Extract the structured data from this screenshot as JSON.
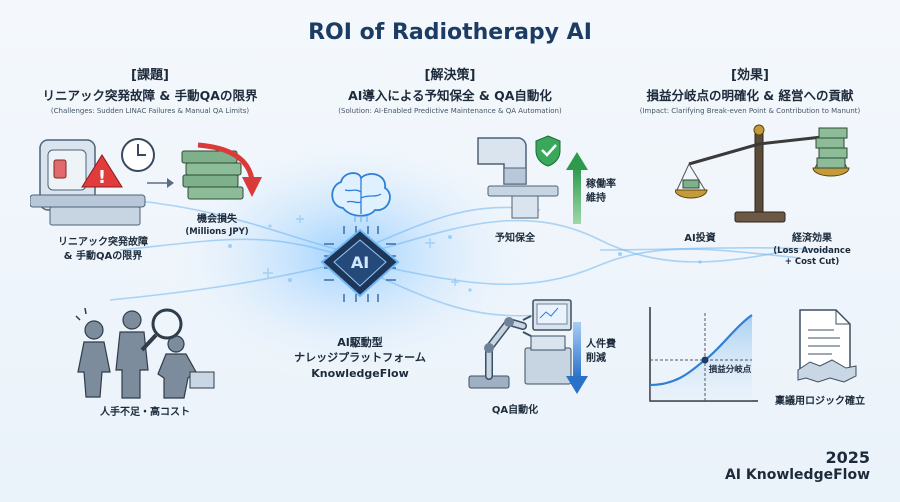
{
  "title": "ROI of Radiotherapy AI",
  "columns": {
    "challenges": {
      "bracket": "[課題]",
      "main": "リニアック突発故障 & 手動QAの限界",
      "sub": "(Challenges: Sudden LINAC Failures & Manual QA Limits)"
    },
    "solution": {
      "bracket": "[解決策]",
      "main": "AI導入による予知保全 & QA自動化",
      "sub": "(Solution: AI-Enabled Predictive Maintenance & QA Automation)"
    },
    "impact": {
      "bracket": "[効果]",
      "main": "損益分岐点の明確化 & 経営への貢献",
      "sub": "(Impact: Clarifying Break-even Point & Contribution to Manunt)"
    }
  },
  "left": {
    "linac_label_1": "リニアック突発故障",
    "linac_label_2": "& 手動QAの限界",
    "loss_label": "機会損失",
    "loss_unit": "(Millions JPY)",
    "staff_label": "人手不足・高コスト"
  },
  "center": {
    "chip_text": "AI",
    "platform_1": "AI駆動型",
    "platform_2": "ナレッジプラットフォーム",
    "platform_3": "KnowledgeFlow"
  },
  "middle": {
    "predictive_label": "予知保全",
    "uptime_1": "稼働率",
    "uptime_2": "維持",
    "qa_label": "QA自動化",
    "labor_1": "人件費",
    "labor_2": "削減"
  },
  "right": {
    "ai_invest": "AI投資",
    "econ_1": "経済効果",
    "econ_2": "(Loss Avoidance",
    "econ_3": "+ Cost Cut)",
    "breakeven": "損益分岐点",
    "proposal": "稟議用ロジック確立"
  },
  "footer": {
    "year": "2025",
    "brand": "AI KnowledgeFlow"
  },
  "colors": {
    "title": "#1d3c63",
    "accent_blue": "#2f7fd6",
    "green": "#3aa85a",
    "red": "#d93a3a"
  }
}
